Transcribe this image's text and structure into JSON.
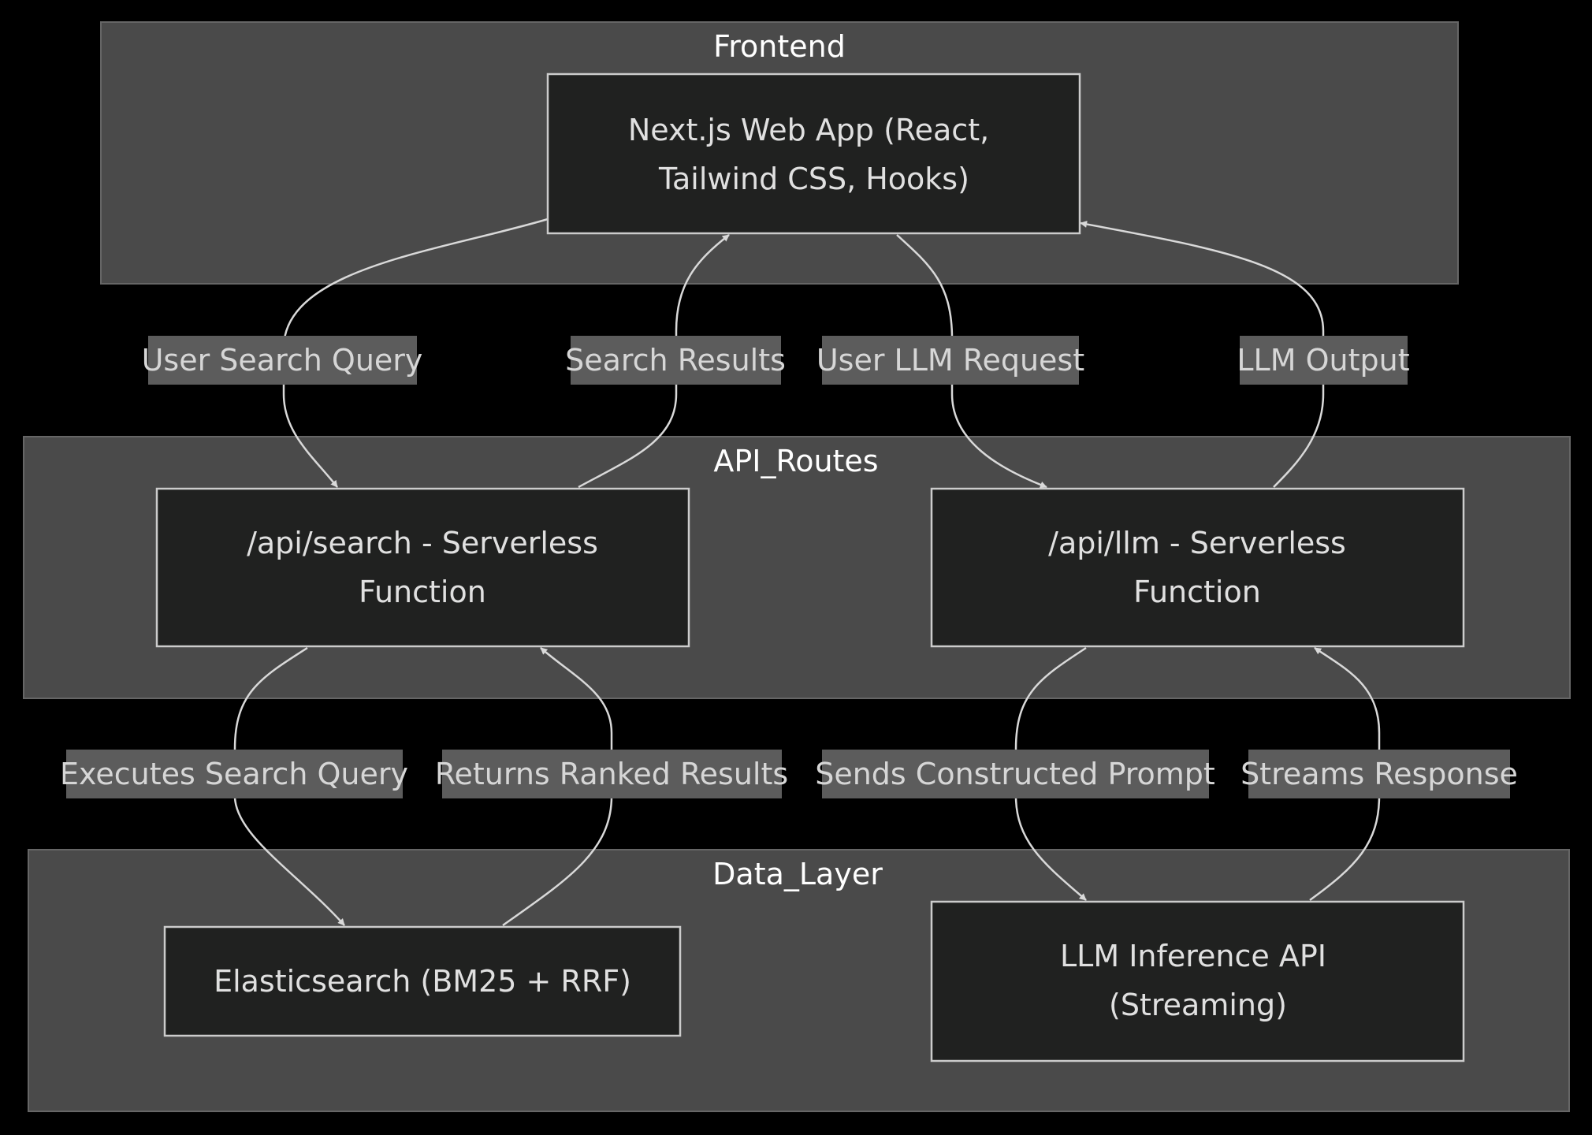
{
  "clusters": {
    "frontend": "Frontend",
    "api_routes": "API_Routes",
    "data_layer": "Data_Layer"
  },
  "nodes": {
    "webapp": {
      "line1": "Next.js Web App (React,",
      "line2": "Tailwind CSS, Hooks)"
    },
    "api_search": {
      "line1": "/api/search - Serverless",
      "line2": "Function"
    },
    "api_llm": {
      "line1": "/api/llm - Serverless",
      "line2": "Function"
    },
    "elasticsearch": {
      "line1": "Elasticsearch (BM25 + RRF)"
    },
    "llm_api": {
      "line1": "LLM Inference API",
      "line2": "(Streaming)"
    }
  },
  "edges": {
    "user_search_query": "User Search Query",
    "search_results": "Search Results",
    "user_llm_request": "User LLM Request",
    "llm_output": "LLM Output",
    "executes_search_query": "Executes Search Query",
    "returns_ranked_results": "Returns Ranked Results",
    "sends_constructed_prompt": "Sends Constructed Prompt",
    "streams_response": "Streams Response"
  },
  "colors": {
    "background": "#000000",
    "cluster_fill": "#4a4a4a",
    "node_fill": "#202120",
    "node_stroke": "#cccccc",
    "edge": "#d9d9d9",
    "label_bg": "#5c5c5c"
  }
}
